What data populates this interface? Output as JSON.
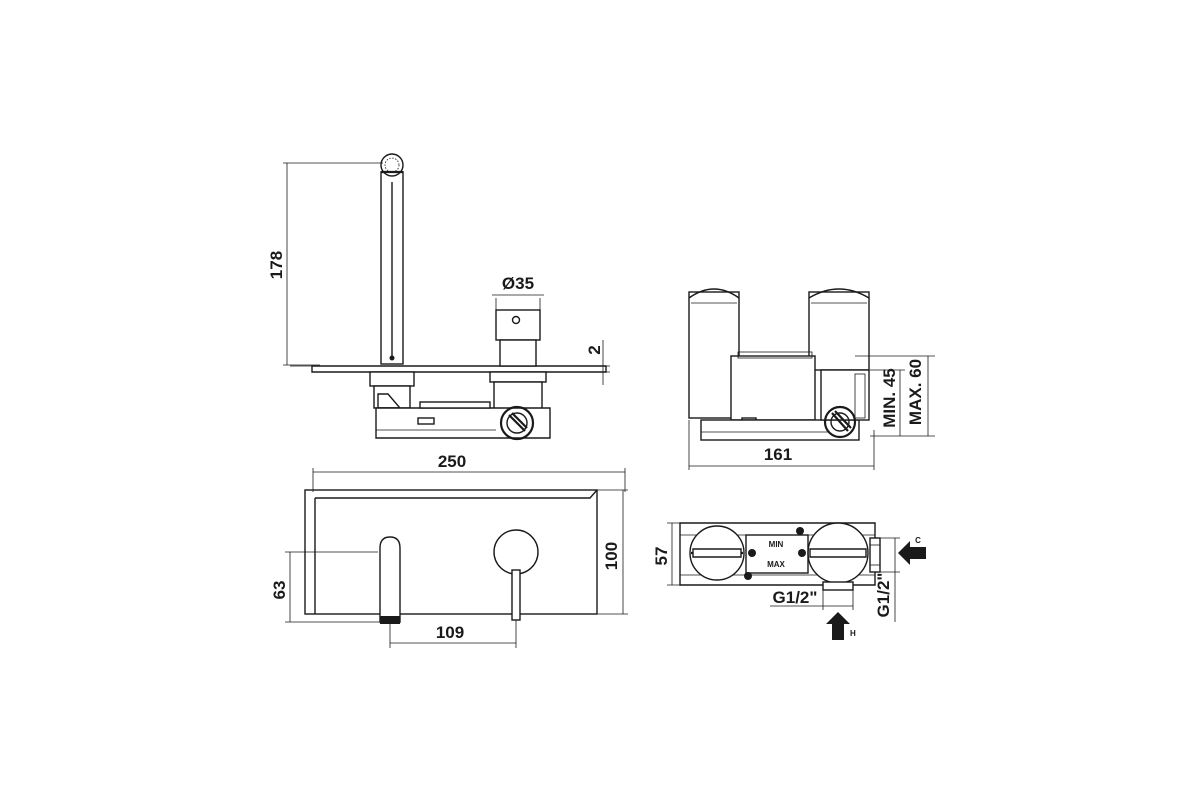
{
  "dimensions": {
    "height_spout": "178",
    "handle_diameter": "Ø35",
    "plate_thickness": "2",
    "min_depth": "MIN. 45",
    "max_depth": "MAX. 60",
    "body_width": "161",
    "plate_width": "250",
    "plate_height": "100",
    "spout_height": "63",
    "spout_to_handle": "109",
    "body_depth": "57",
    "inlet_bottom": "G1/2\"",
    "inlet_side": "G1/2\""
  },
  "labels": {
    "min": "MIN",
    "max": "MAX",
    "cold": "C",
    "hot": "H"
  }
}
